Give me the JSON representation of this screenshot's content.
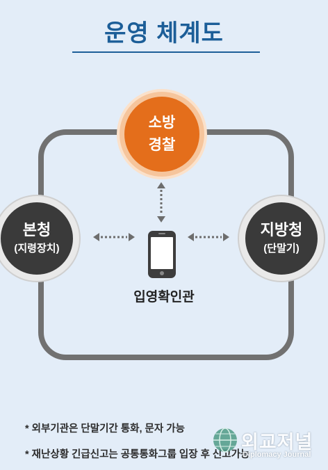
{
  "title": "운영 체계도",
  "nodes": {
    "top": {
      "line1": "소방",
      "line2": "경찰"
    },
    "left": {
      "line1": "본청",
      "line2": "(지령장치)"
    },
    "right": {
      "line1": "지방청",
      "line2": "(단말기)"
    }
  },
  "center": {
    "label": "입영확인관",
    "icon": "smartphone-icon"
  },
  "notes": [
    "* 외부기관은 단말기간 통화, 문자 가능",
    "* 재난상황 긴급신고는 공통통화그룹 입장 후 신고가능"
  ],
  "watermark": {
    "main": "외교저널",
    "sub": "Diplomacy Journal"
  },
  "colors": {
    "title": "#1c5e98",
    "top_node": "#e46e1b",
    "side_nodes": "#3a3a3a",
    "frame": "#717171",
    "background": "#e3edf8"
  }
}
